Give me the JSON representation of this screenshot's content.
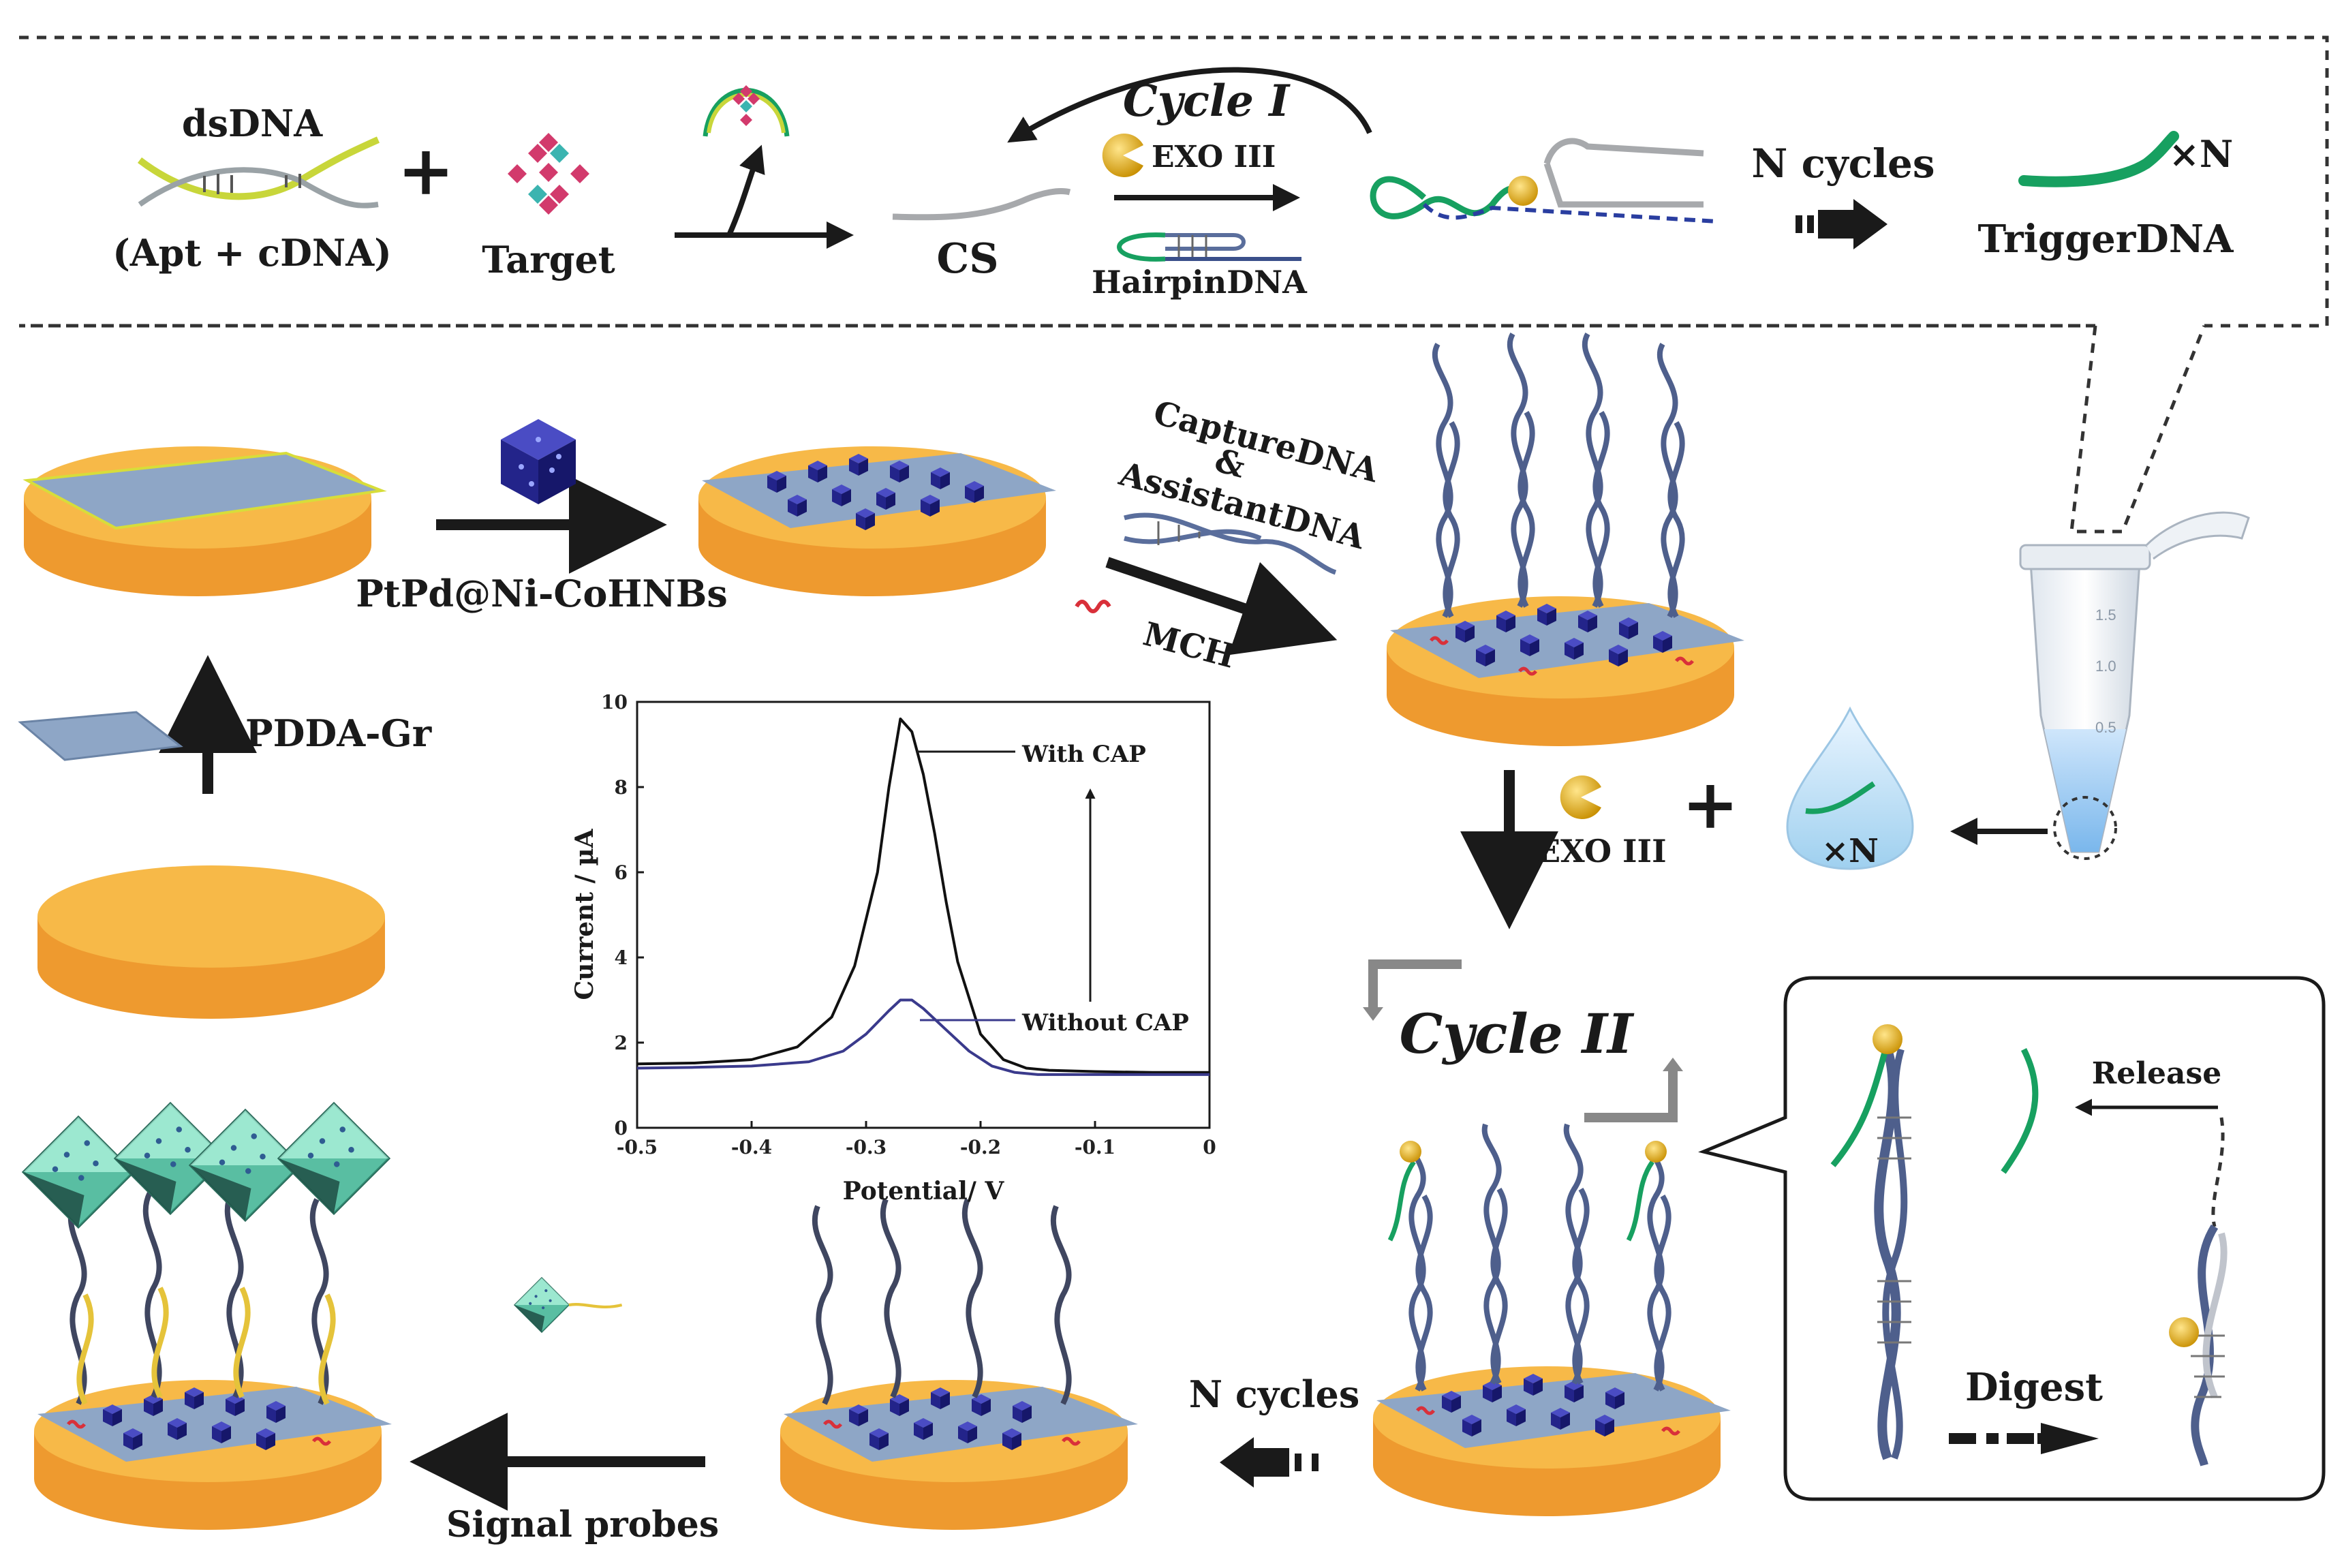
{
  "top_panel": {
    "dsdna": "dsDNA",
    "apt_cdna": "(Apt + cDNA)",
    "plus": "+",
    "target": "Target",
    "cs": "CS",
    "cycle1": "Cycle I",
    "exo3": "EXO III",
    "hairpin": "HairpinDNA",
    "n_cycles": "N cycles",
    "times_n": "×N",
    "trigger": "TriggerDNA"
  },
  "electrode_steps": {
    "pdda_gr": "PDDA-Gr",
    "ptpd": "PtPd@Ni-CoHNBs",
    "capture_dna": "CaptureDNA",
    "ampersand": "&",
    "assistant_dna": "AssistantDNA",
    "mch": "MCH",
    "exo3_step": "EXO III",
    "plus_step": "+",
    "droplet_n": "×N",
    "cycle2": "Cycle II",
    "n_cycles_bottom": "N cycles",
    "signal_probes": "Signal probes"
  },
  "tube": {
    "marks": [
      "1.5",
      "1.0",
      "0.5"
    ]
  },
  "inset": {
    "release": "Release",
    "digest": "Digest"
  },
  "chart_data": {
    "type": "line",
    "xlabel": "Potential/ V",
    "ylabel": "Current / µA",
    "xlim": [
      -0.5,
      0
    ],
    "ylim": [
      0,
      10
    ],
    "xticks": [
      "-0.5",
      "-0.4",
      "-0.3",
      "-0.2",
      "-0.1",
      "0"
    ],
    "yticks": [
      "0",
      "2",
      "4",
      "6",
      "8",
      "10"
    ],
    "annotation": "",
    "series": [
      {
        "name": "With CAP",
        "color": "#111111",
        "x": [
          -0.5,
          -0.45,
          -0.4,
          -0.36,
          -0.33,
          -0.31,
          -0.29,
          -0.28,
          -0.27,
          -0.26,
          -0.25,
          -0.24,
          -0.23,
          -0.22,
          -0.2,
          -0.18,
          -0.16,
          -0.14,
          -0.1,
          -0.05,
          0
        ],
        "y": [
          1.5,
          1.52,
          1.6,
          1.9,
          2.6,
          3.8,
          6.0,
          8.0,
          9.6,
          9.3,
          8.3,
          6.9,
          5.3,
          3.9,
          2.2,
          1.6,
          1.4,
          1.35,
          1.32,
          1.3,
          1.3
        ]
      },
      {
        "name": "Without CAP",
        "color": "#3a3a8c",
        "x": [
          -0.5,
          -0.45,
          -0.4,
          -0.35,
          -0.32,
          -0.3,
          -0.28,
          -0.27,
          -0.26,
          -0.25,
          -0.23,
          -0.21,
          -0.19,
          -0.17,
          -0.15,
          -0.1,
          -0.05,
          0
        ],
        "y": [
          1.4,
          1.42,
          1.45,
          1.55,
          1.8,
          2.2,
          2.75,
          3.0,
          3.0,
          2.8,
          2.3,
          1.8,
          1.45,
          1.3,
          1.25,
          1.25,
          1.25,
          1.25
        ]
      }
    ]
  },
  "colors": {
    "electrode_top": "#f7b948",
    "electrode_side": "#ee9a2f",
    "graphene": "#8ea6c6",
    "nanocube": "#23248a",
    "dna_blue": "#5a6e9c",
    "dna_green": "#17a060",
    "dna_yellow": "#e5c33a",
    "probe": "#7fd9be",
    "exo_gold": "#e8b214"
  }
}
